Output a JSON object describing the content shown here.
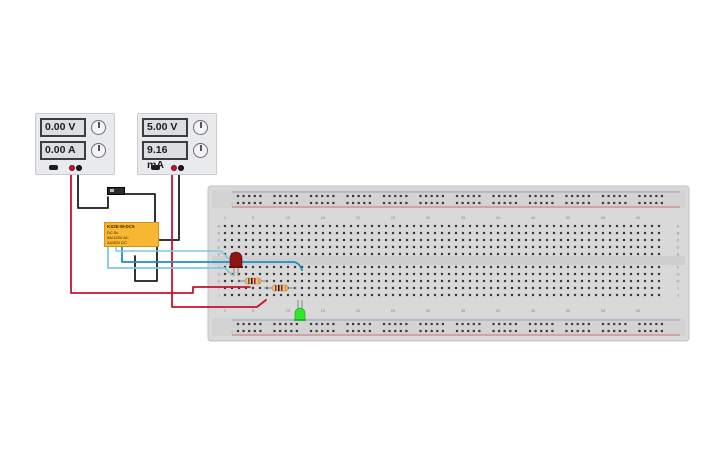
{
  "psu_left": {
    "voltage_display": "0.00 V",
    "current_display": "0.00 A",
    "knob_icons": [
      "voltage-knob-icon",
      "current-knob-icon"
    ],
    "terminal_colors": {
      "positive": "#c8102e",
      "negative": "#1d1d1d"
    }
  },
  "psu_right": {
    "voltage_display": "5.00 V",
    "current_display": "9.16 mA",
    "knob_icons": [
      "voltage-knob-icon",
      "current-knob-icon"
    ],
    "terminal_colors": {
      "positive": "#c8102e",
      "negative": "#1d1d1d"
    }
  },
  "relay": {
    "lines": [
      "KS2E-M-DC5",
      "DC 5v",
      "5A/125V AC",
      "2A/30V DC"
    ]
  },
  "breadboard": {
    "top_numbers": [
      "1",
      "5",
      "10",
      "15",
      "20",
      "25",
      "30",
      "35",
      "40",
      "45",
      "50",
      "55",
      "60"
    ],
    "bottom_numbers": [
      "1",
      "5",
      "10",
      "15",
      "20",
      "25",
      "30",
      "35",
      "40",
      "45",
      "50",
      "55",
      "60"
    ],
    "row_letters_top": [
      "A",
      "B",
      "C",
      "D",
      "E"
    ],
    "row_letters_bottom": [
      "F",
      "G",
      "H",
      "I",
      "J"
    ],
    "rail_signs": [
      "-",
      "+"
    ]
  },
  "components": {
    "led_red_color": "#8b1414",
    "led_green_color": "#2ee82e"
  },
  "wire_colors": {
    "red": "#c8102e",
    "black": "#1d1d1d",
    "blue": "#1f8ec2",
    "light_blue": "#7ec8e3"
  }
}
